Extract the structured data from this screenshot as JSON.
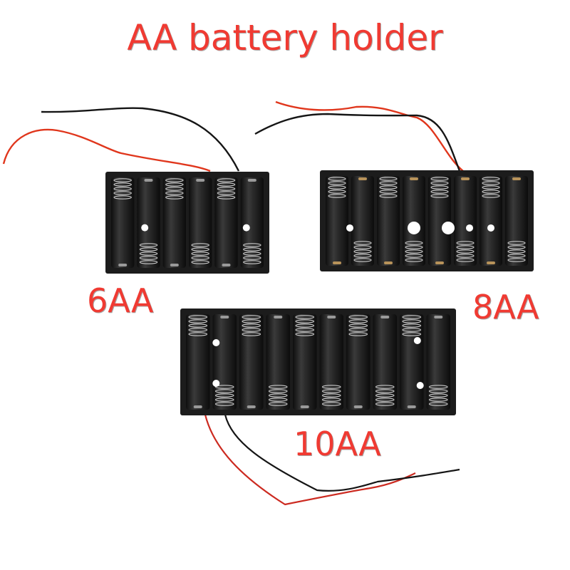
{
  "title": "AA battery holder",
  "products": [
    {
      "label": "6AA",
      "cells": 6
    },
    {
      "label": "8AA",
      "cells": 8
    },
    {
      "label": "10AA",
      "cells": 10
    }
  ],
  "colors": {
    "text": "#f03a32",
    "holder": "#1c1c1c",
    "wire_red": "#e0361c",
    "wire_black": "#151515"
  }
}
